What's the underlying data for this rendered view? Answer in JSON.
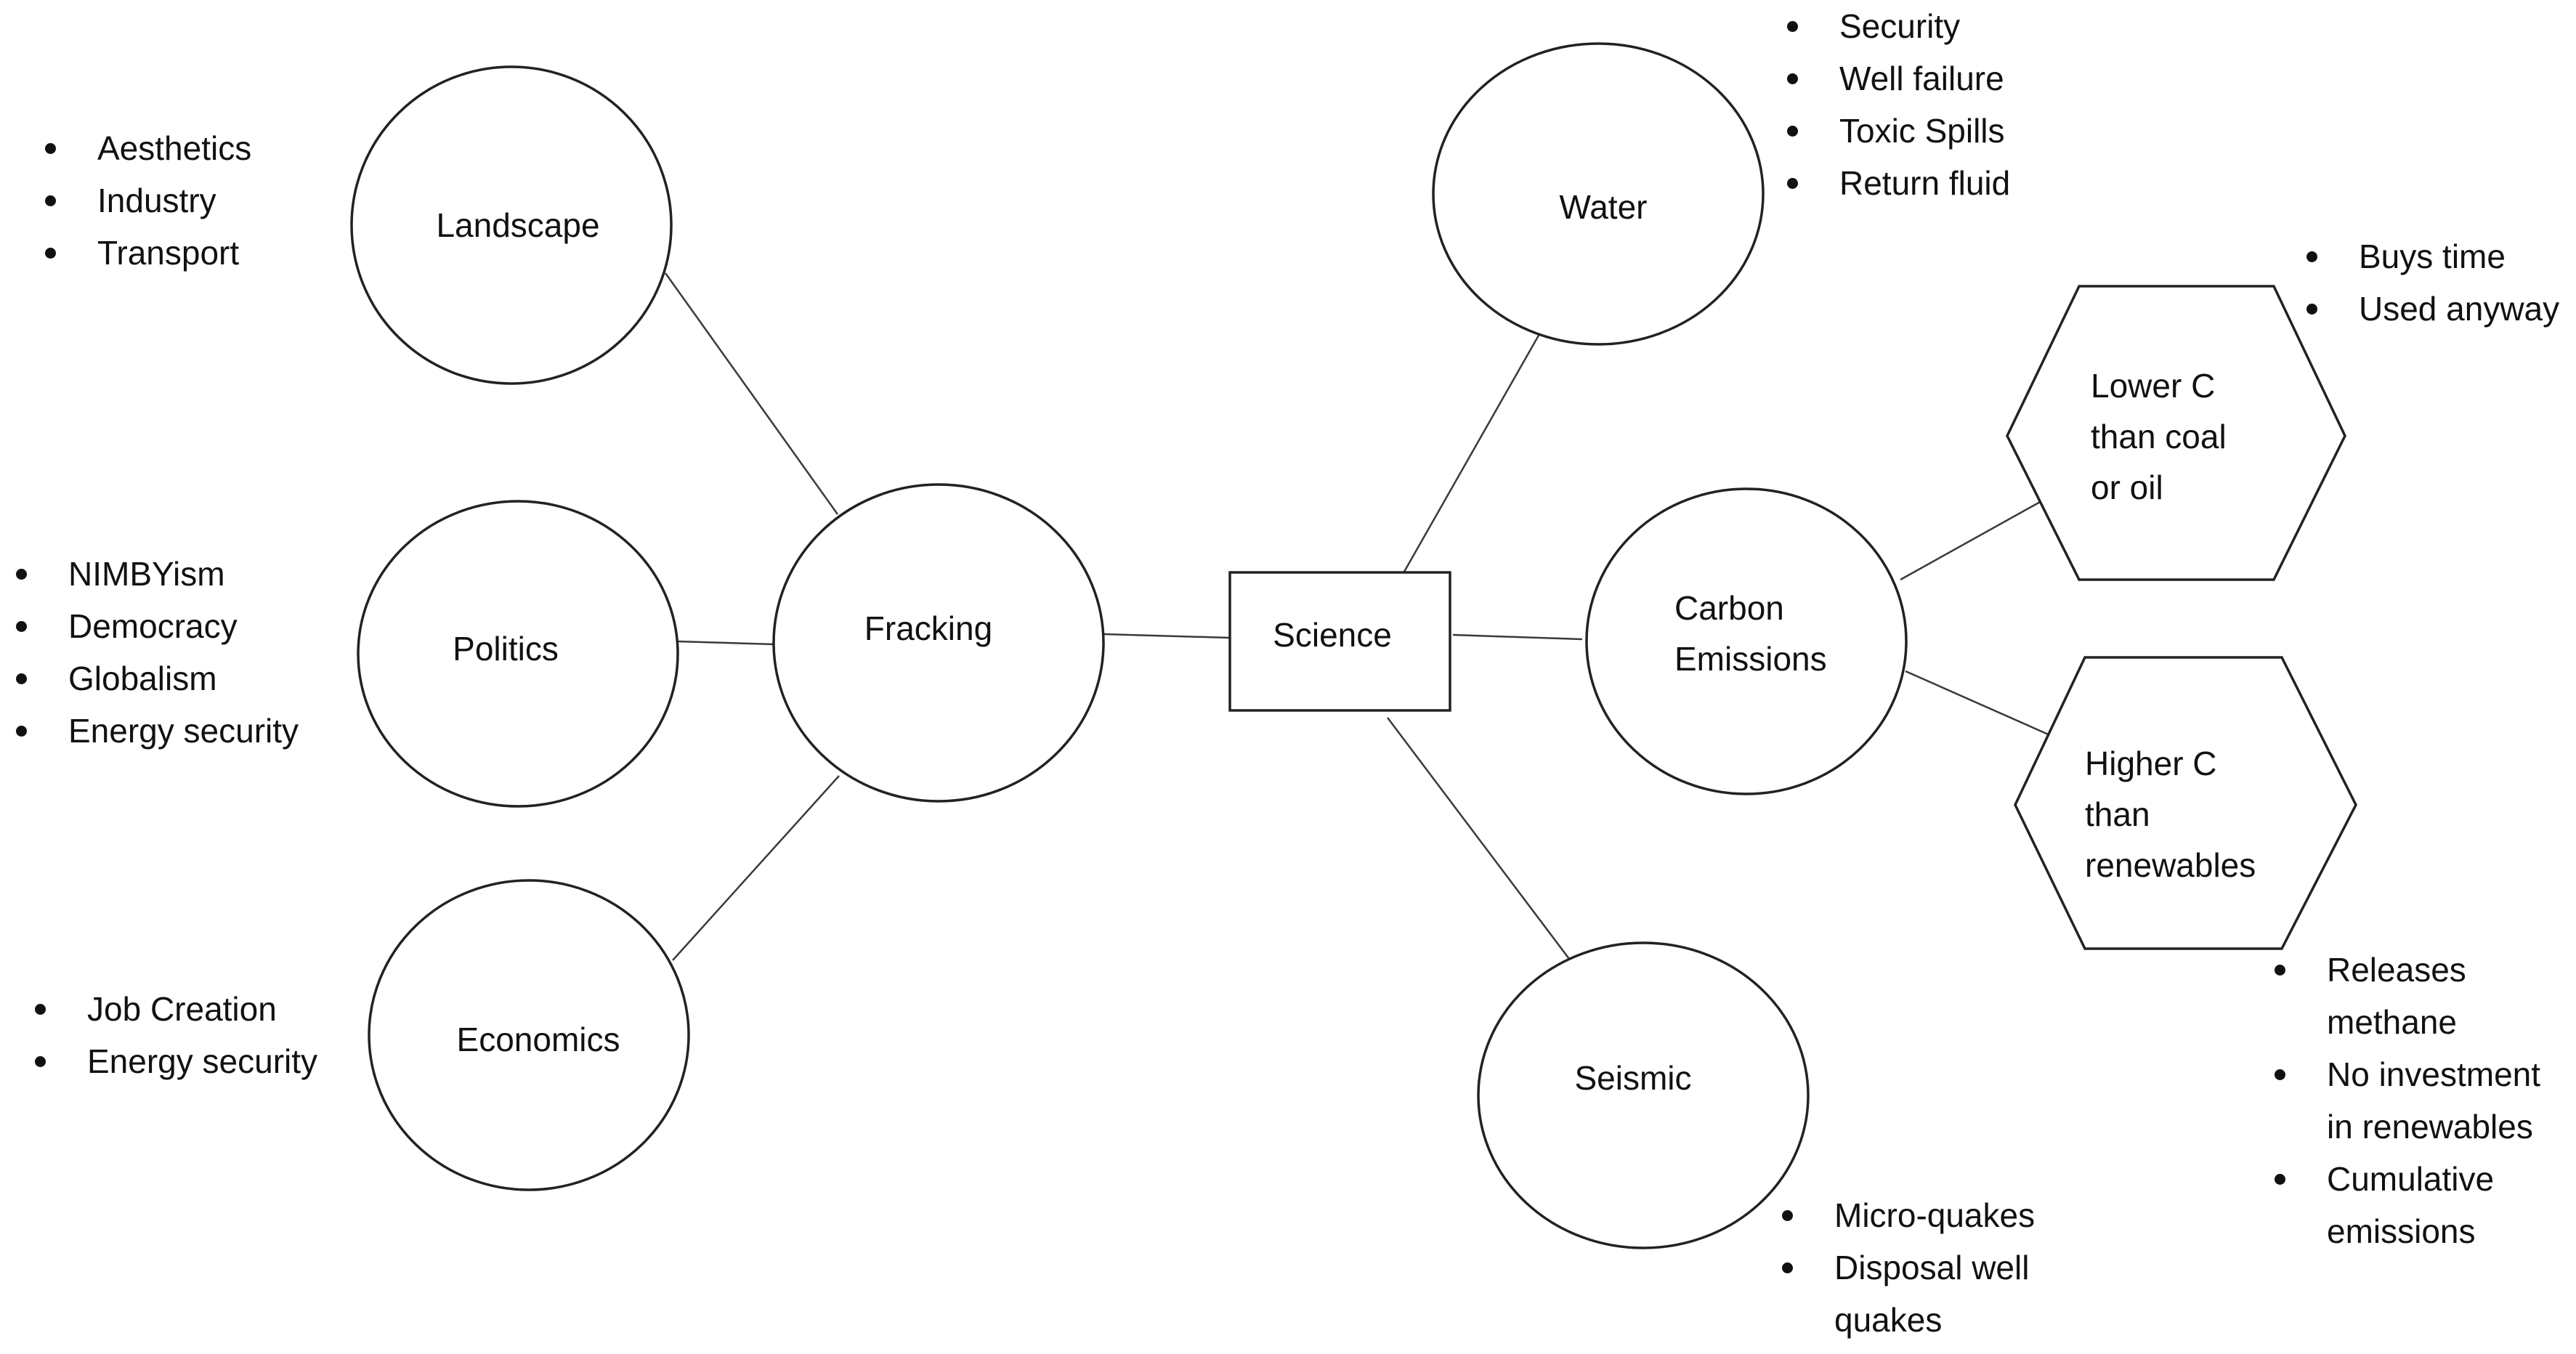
{
  "nodes": {
    "science": {
      "label": "Science"
    },
    "fracking": {
      "label": "Fracking"
    },
    "landscape": {
      "label": "Landscape"
    },
    "politics": {
      "label": "Politics"
    },
    "economics": {
      "label": "Economics"
    },
    "water": {
      "label": "Water"
    },
    "carbon": {
      "line1": "Carbon",
      "line2": "Emissions"
    },
    "seismic": {
      "label": "Seismic"
    },
    "lower_c": {
      "line1": "Lower C",
      "line2": "than coal",
      "line3": "or oil"
    },
    "higher_c": {
      "line1": "Higher C",
      "line2": "than",
      "line3": "renewables"
    }
  },
  "bullets": {
    "landscape": [
      "Aesthetics",
      "Industry",
      "Transport"
    ],
    "politics": [
      "NIMBYism",
      "Democracy",
      "Globalism",
      "Energy  security"
    ],
    "economics": [
      "Job Creation",
      "Energy  security"
    ],
    "water": [
      "Security",
      "Well failure",
      "Toxic Spills",
      "Return fluid"
    ],
    "lower_c": [
      "Buys time",
      "Used anyway"
    ],
    "higher_c": [
      {
        "line1": "Releases",
        "line2": "methane"
      },
      {
        "line1": "No investment",
        "line2": "in renewables"
      },
      {
        "line1": "Cumulative",
        "line2": "emissions"
      }
    ],
    "seismic": [
      {
        "line1": "Micro-quakes"
      },
      {
        "line1": "Disposal well",
        "line2": "quakes"
      }
    ]
  }
}
